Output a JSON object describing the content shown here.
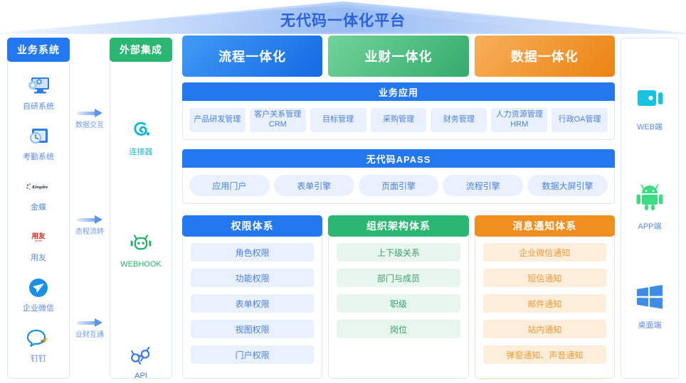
{
  "header": {
    "title": "无代码一体化平台",
    "accent": "#2a62d8"
  },
  "business_systems": {
    "head_label": "业务系统",
    "head_color": "#2377ef",
    "items": [
      {
        "icon": "monitor-gear-icon",
        "label": "自研系统"
      },
      {
        "icon": "clock-window-icon",
        "label": "考勤系统"
      },
      {
        "icon": "kingdee-logo-icon",
        "label": "金蝶"
      },
      {
        "icon": "yonyou-logo-icon",
        "label": "用友"
      },
      {
        "icon": "wecom-logo-icon",
        "label": "企业微信"
      },
      {
        "icon": "dingtalk-logo-icon",
        "label": "钉钉"
      }
    ]
  },
  "connectors": {
    "arrows": [
      {
        "icon": "arrow-right-icon",
        "label": "数据交互"
      },
      {
        "icon": "arrow-right-icon",
        "label": "态程流转"
      },
      {
        "icon": "arrow-right-icon",
        "label": "业财互通"
      }
    ]
  },
  "external_integration": {
    "head_label": "外部集成",
    "head_color": "#2bb673",
    "items": [
      {
        "icon": "connector-icon",
        "label": "连接器",
        "color": "#16b9cf"
      },
      {
        "icon": "webhook-robot-icon",
        "label": "WEBHOOK",
        "color": "#27b36c"
      },
      {
        "icon": "api-link-icon",
        "label": "API",
        "color": "#3d7ae4"
      }
    ]
  },
  "pillars": [
    {
      "label": "流程一体化",
      "color": "#2281ef"
    },
    {
      "label": "业财一体化",
      "color": "#47bf79"
    },
    {
      "label": "数据一体化",
      "color": "#ef8f20"
    }
  ],
  "business_apps": {
    "head_label": "业务应用",
    "items": [
      "产品研发管理",
      "客户关系管理CRM",
      "目标管理",
      "采购管理",
      "财务管理",
      "人力资源管理HRM",
      "行政OA管理"
    ]
  },
  "apass": {
    "head_label": "无代码APASS",
    "items": [
      "应用门户",
      "表单引擎",
      "页面引擎",
      "流程引擎",
      "数据大屏引擎"
    ]
  },
  "bottom_columns": [
    {
      "head_label": "权限体系",
      "theme": "c-blue",
      "items": [
        "角色权限",
        "功能权限",
        "表单权限",
        "视图权限",
        "门户权限"
      ]
    },
    {
      "head_label": "组织架构体系",
      "theme": "c-green",
      "items": [
        "上下级关系",
        "部门与成员",
        "职级",
        "岗位"
      ]
    },
    {
      "head_label": "消息通知体系",
      "theme": "c-orange",
      "items": [
        "企业微信通知",
        "短信通知",
        "邮件通知",
        "站内通知",
        "弹窗通知、声音通知"
      ]
    }
  ],
  "devices": [
    {
      "icon": "web-monitor-icon",
      "label": "WEB端",
      "color": "#19c2dd"
    },
    {
      "icon": "android-robot-icon",
      "label": "APP端",
      "color": "#3ddc84"
    },
    {
      "icon": "windows-logo-icon",
      "label": "桌面端",
      "color": "#3d8ce8"
    }
  ]
}
